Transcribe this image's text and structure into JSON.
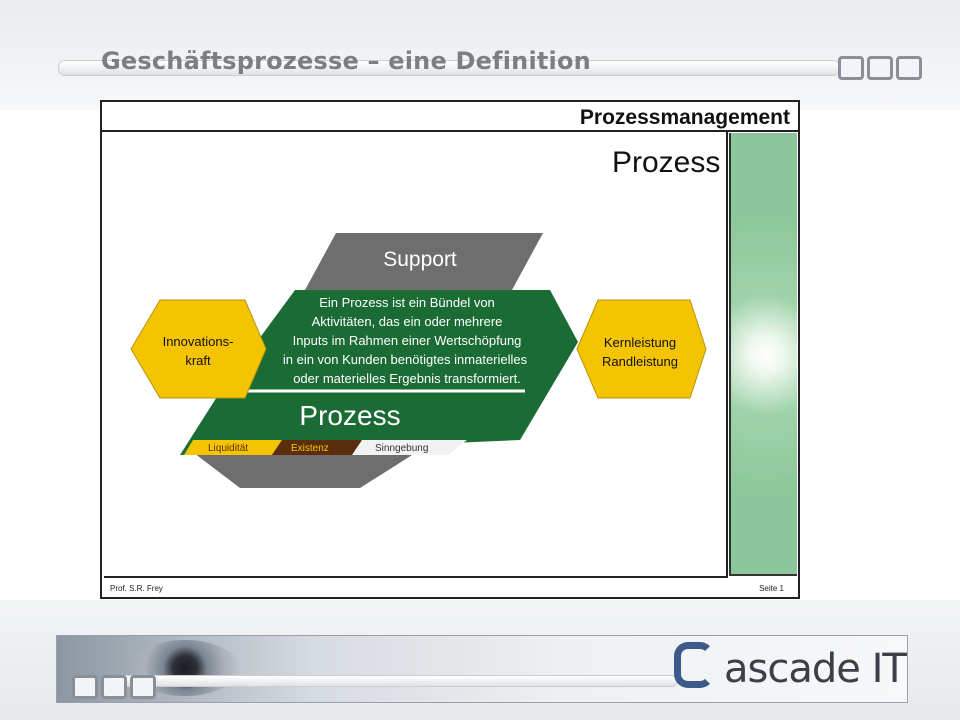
{
  "page": {
    "title": "Geschäftsprozesse – eine Definition"
  },
  "slide": {
    "header": "Prozessmanagement",
    "subtitle": "Prozess",
    "footer_left": "Prof. S.R. Frey",
    "footer_right": "Seite 1"
  },
  "diagram": {
    "support_label": "Support",
    "definition_lines": [
      "Ein Prozess ist ein Bündel von",
      "Aktivitäten, das ein oder mehrere",
      "Inputs im Rahmen einer Wertschöpfung",
      "in ein von Kunden benötigtes inmaterielles",
      "oder materielles Ergebnis transformiert."
    ],
    "process_label": "Prozess",
    "left_hex": [
      "Innovations-",
      "kraft"
    ],
    "right_hex": [
      "Kernleistung",
      "Randleistung"
    ],
    "bands": [
      "Liquidität",
      "Existenz",
      "Sinngebung"
    ],
    "colors": {
      "green": "#1a6b34",
      "gray": "#6e6e6e",
      "yellow": "#f5c400",
      "brown": "#5a2e0c",
      "light": "#f2f2f2"
    }
  },
  "branding": {
    "company": "ascade IT"
  }
}
